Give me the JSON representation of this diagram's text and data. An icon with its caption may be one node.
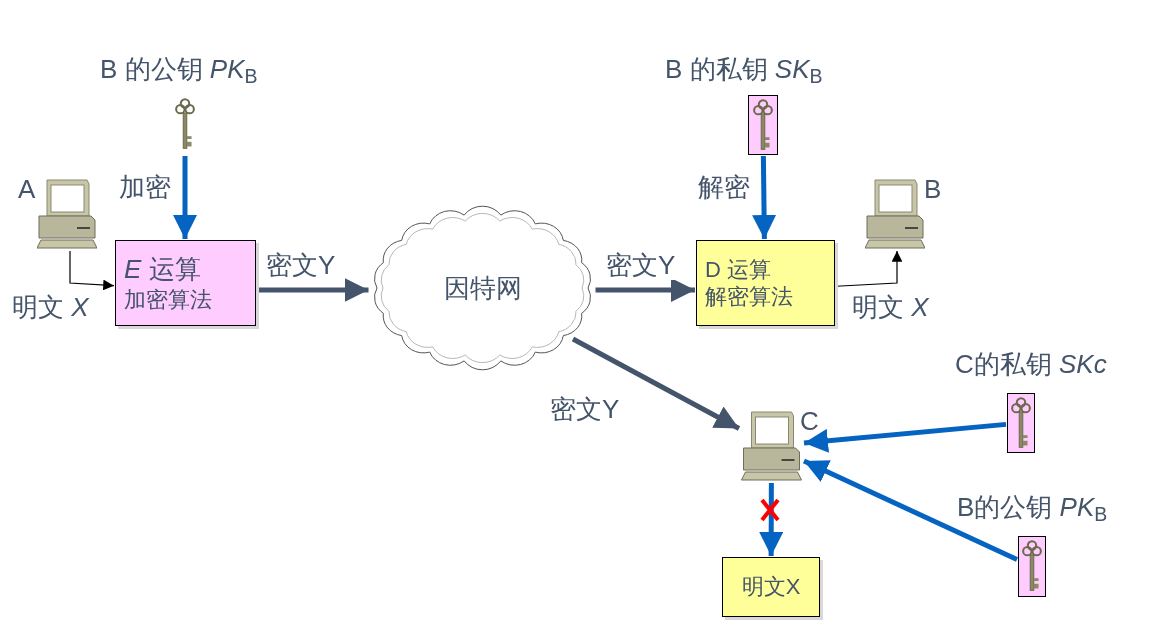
{
  "diagram": {
    "nodes": [
      {
        "text": [],
        "shape": "picture",
        "beside": [
          "A"
        ]
      },
      {
        "text": [],
        "shape": "picture",
        "beside": [
          "B 的公钥 *PK*$_{B}$"
        ]
      },
      {
        "text": [
          "*E* 运算",
          "加密算法"
        ]
      },
      {
        "text": [
          "因特网"
        ]
      },
      {
        "text": [],
        "shape": "picture",
        "beside": [
          "B 的私钥 *SK*$_{B}$"
        ]
      },
      {
        "text": [
          "D 运算",
          "解密算法"
        ]
      },
      {
        "text": [],
        "shape": "picture",
        "beside": [
          "B"
        ]
      },
      {
        "text": [],
        "shape": "picture",
        "beside": [
          "C"
        ]
      },
      {
        "text": [],
        "shape": "picture",
        "beside": [
          "C的私钥 *SKc*"
        ]
      },
      {
        "text": [],
        "shape": "picture",
        "beside": [
          "B的公钥 *PK*$_{B}$"
        ]
      },
      {
        "text": [
          "明文X"
        ]
      }
    ],
    "edges": [
      {
        "from": 0,
        "to": 2,
        "arrow": "to",
        "label": "明文 *X*",
        "color": "#000000"
      },
      {
        "from": 1,
        "to": 2,
        "arrow": "to",
        "label": "加密",
        "color": "#0563c1"
      },
      {
        "from": 2,
        "to": 3,
        "arrow": "to",
        "label": "密文Y"
      },
      {
        "from": 3,
        "to": 5,
        "arrow": "to",
        "label": "密文Y"
      },
      {
        "from": 4,
        "to": 5,
        "arrow": "to",
        "label": "解密",
        "color": "#0563c1"
      },
      {
        "from": 5,
        "to": 6,
        "arrow": "to",
        "label": "明文 *X*",
        "color": "#000000"
      },
      {
        "from": 3,
        "to": 7,
        "arrow": "to",
        "label": "密文Y"
      },
      {
        "from": 8,
        "to": 7,
        "arrow": "to",
        "color": "#0563c1"
      },
      {
        "from": 9,
        "to": 7,
        "arrow": "to",
        "color": "#0563c1"
      },
      {
        "from": 7,
        "to": 10,
        "arrow": "to",
        "color": "#0563c1"
      }
    ]
  }
}
